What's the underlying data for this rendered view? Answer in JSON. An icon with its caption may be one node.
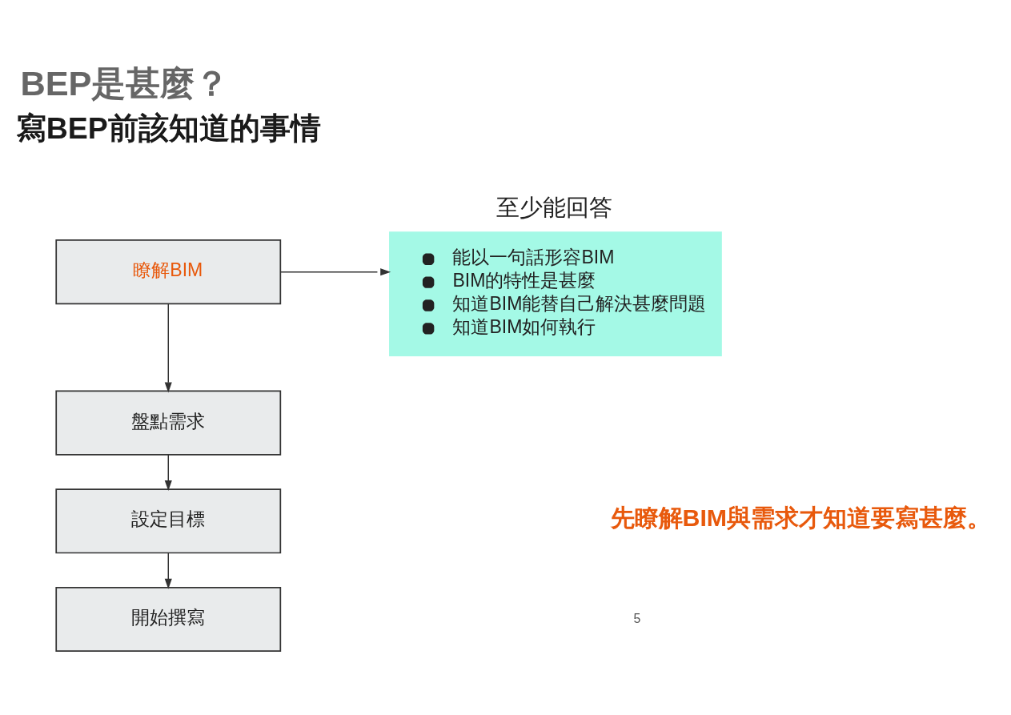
{
  "diagram": {
    "title": "BEP是甚麼？",
    "nodes": [
      {
        "text": [
          "瞭解BIM"
        ]
      },
      {
        "text": [
          "盤點需求"
        ]
      },
      {
        "text": [
          "設定目標"
        ]
      },
      {
        "text": [
          "開始撰寫"
        ]
      },
      {
        "text": [
          "至少能回答",
          "能以一句話形容BIM",
          "BIM的特性是甚麼",
          "知道BIM能替自己解決甚麼問題",
          "知道BIM如何執行"
        ]
      }
    ],
    "edges": [
      {
        "from": 0,
        "to": 1,
        "arrow": "to"
      },
      {
        "from": 1,
        "to": 2,
        "arrow": "to"
      },
      {
        "from": 2,
        "to": 3,
        "arrow": "to"
      },
      {
        "from": 0,
        "to": 4,
        "arrow": "to"
      }
    ],
    "labels": [
      "寫BEP前該知道的事情",
      "先瞭解BIM與需求才知道要寫甚麼。",
      "5"
    ]
  }
}
